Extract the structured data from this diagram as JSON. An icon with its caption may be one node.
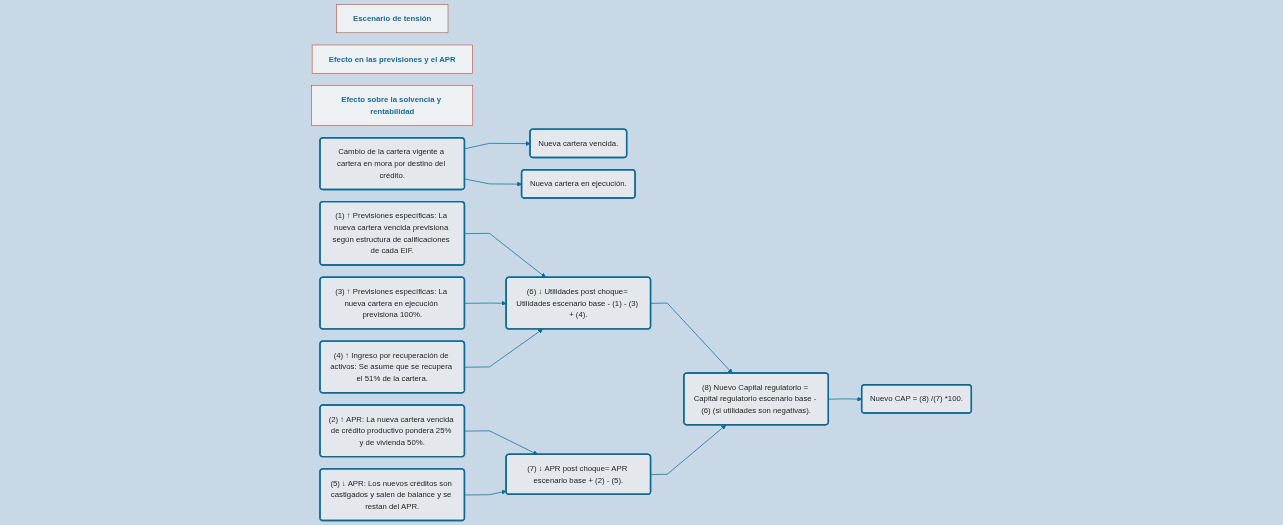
{
  "diagram": {
    "nodes": [
      {
        "text": [
          "Escenario de tensión"
        ]
      },
      {
        "text": [
          "Efecto en las previsiones y el APR"
        ]
      },
      {
        "text": [
          "Efecto sobre la solvencia y rentabilidad"
        ]
      },
      {
        "text": [
          "Cambio de la cartera vigente a cartera en mora por destino del crédito."
        ]
      },
      {
        "text": [
          "Nueva cartera vencida."
        ]
      },
      {
        "text": [
          "Nueva cartera en ejecución."
        ]
      },
      {
        "text": [
          "(1) ↑ Previsiones específicas: La nueva cartera vencida previsiona según estructura de calificaciones de cada EIF."
        ]
      },
      {
        "text": [
          "(2) ↑ APR: La nueva cartera vencida de crédito productivo pondera 25% y de vivienda 50%."
        ]
      },
      {
        "text": [
          "(3) ↑ Previsiones específicas: La nueva cartera en ejecución previsiona 100%."
        ]
      },
      {
        "text": [
          "(4) ↑ Ingreso por recuperación de activos: Se asume que se recupera el 51% de la cartera."
        ]
      },
      {
        "text": [
          "(5) ↓ APR: Los nuevos créditos son castigados y salen de balance y se restan del APR."
        ]
      },
      {
        "text": [
          "(6) ↓ Utilidades post choque= Utilidades escenario base - (1) - (3) + (4)."
        ]
      },
      {
        "text": [
          "(7) ↓ APR post choque= APR escenario base + (2) - (5)."
        ]
      },
      {
        "text": [
          "(8) Nuevo Capital regulatorio = Capital regulatorio escenario base - (6) (si utilidades son negativas)."
        ]
      },
      {
        "text": [
          "Nuevo CAP = (8) /(7) *100."
        ]
      }
    ],
    "edges": [
      {
        "from": 3,
        "to": 4,
        "arrow": "to"
      },
      {
        "from": 3,
        "to": 5,
        "arrow": "to"
      },
      {
        "from": 6,
        "to": 11,
        "arrow": "to"
      },
      {
        "from": 7,
        "to": 12,
        "arrow": "to"
      },
      {
        "from": 8,
        "to": 11,
        "arrow": "to"
      },
      {
        "from": 9,
        "to": 11,
        "arrow": "to"
      },
      {
        "from": 10,
        "to": 12,
        "arrow": "to"
      },
      {
        "from": 11,
        "to": 13,
        "arrow": "to"
      },
      {
        "from": 12,
        "to": 13,
        "arrow": "to"
      },
      {
        "from": 13,
        "to": 14,
        "arrow": "to"
      }
    ]
  }
}
